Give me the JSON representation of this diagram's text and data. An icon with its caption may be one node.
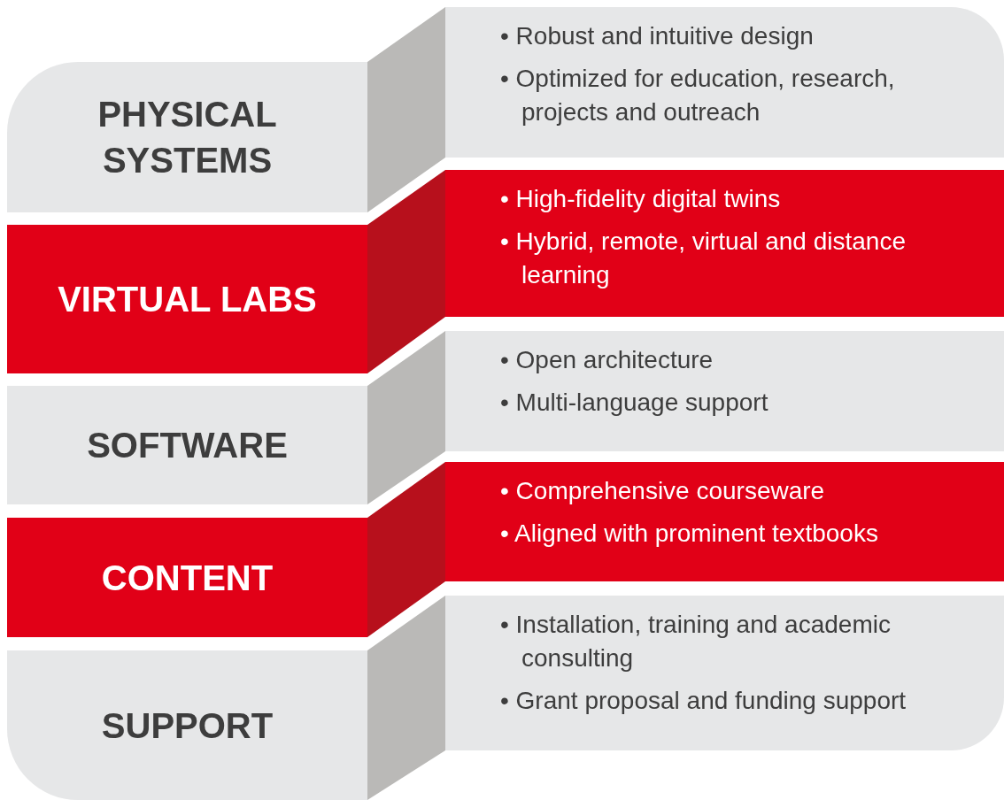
{
  "diagram": {
    "nodes": [
      {
        "text": [
          "PHYSICAL SYSTEMS"
        ]
      },
      {
        "text": [
          "• Robust and intuitive design",
          "• Optimized for education, research, projects and outreach"
        ]
      },
      {
        "text": [
          "VIRTUAL LABS"
        ]
      },
      {
        "text": [
          "• High-fidelity digital twins",
          "• Hybrid, remote, virtual and distance learning"
        ]
      },
      {
        "text": [
          "SOFTWARE"
        ]
      },
      {
        "text": [
          "• Open architecture",
          "• Multi-language support"
        ]
      },
      {
        "text": [
          "CONTENT"
        ]
      },
      {
        "text": [
          "• Comprehensive courseware",
          "• Aligned with prominent textbooks"
        ]
      },
      {
        "text": [
          "SUPPORT"
        ]
      },
      {
        "text": [
          "• Installation, training and academic consulting",
          "• Grant proposal and funding support"
        ]
      }
    ]
  }
}
